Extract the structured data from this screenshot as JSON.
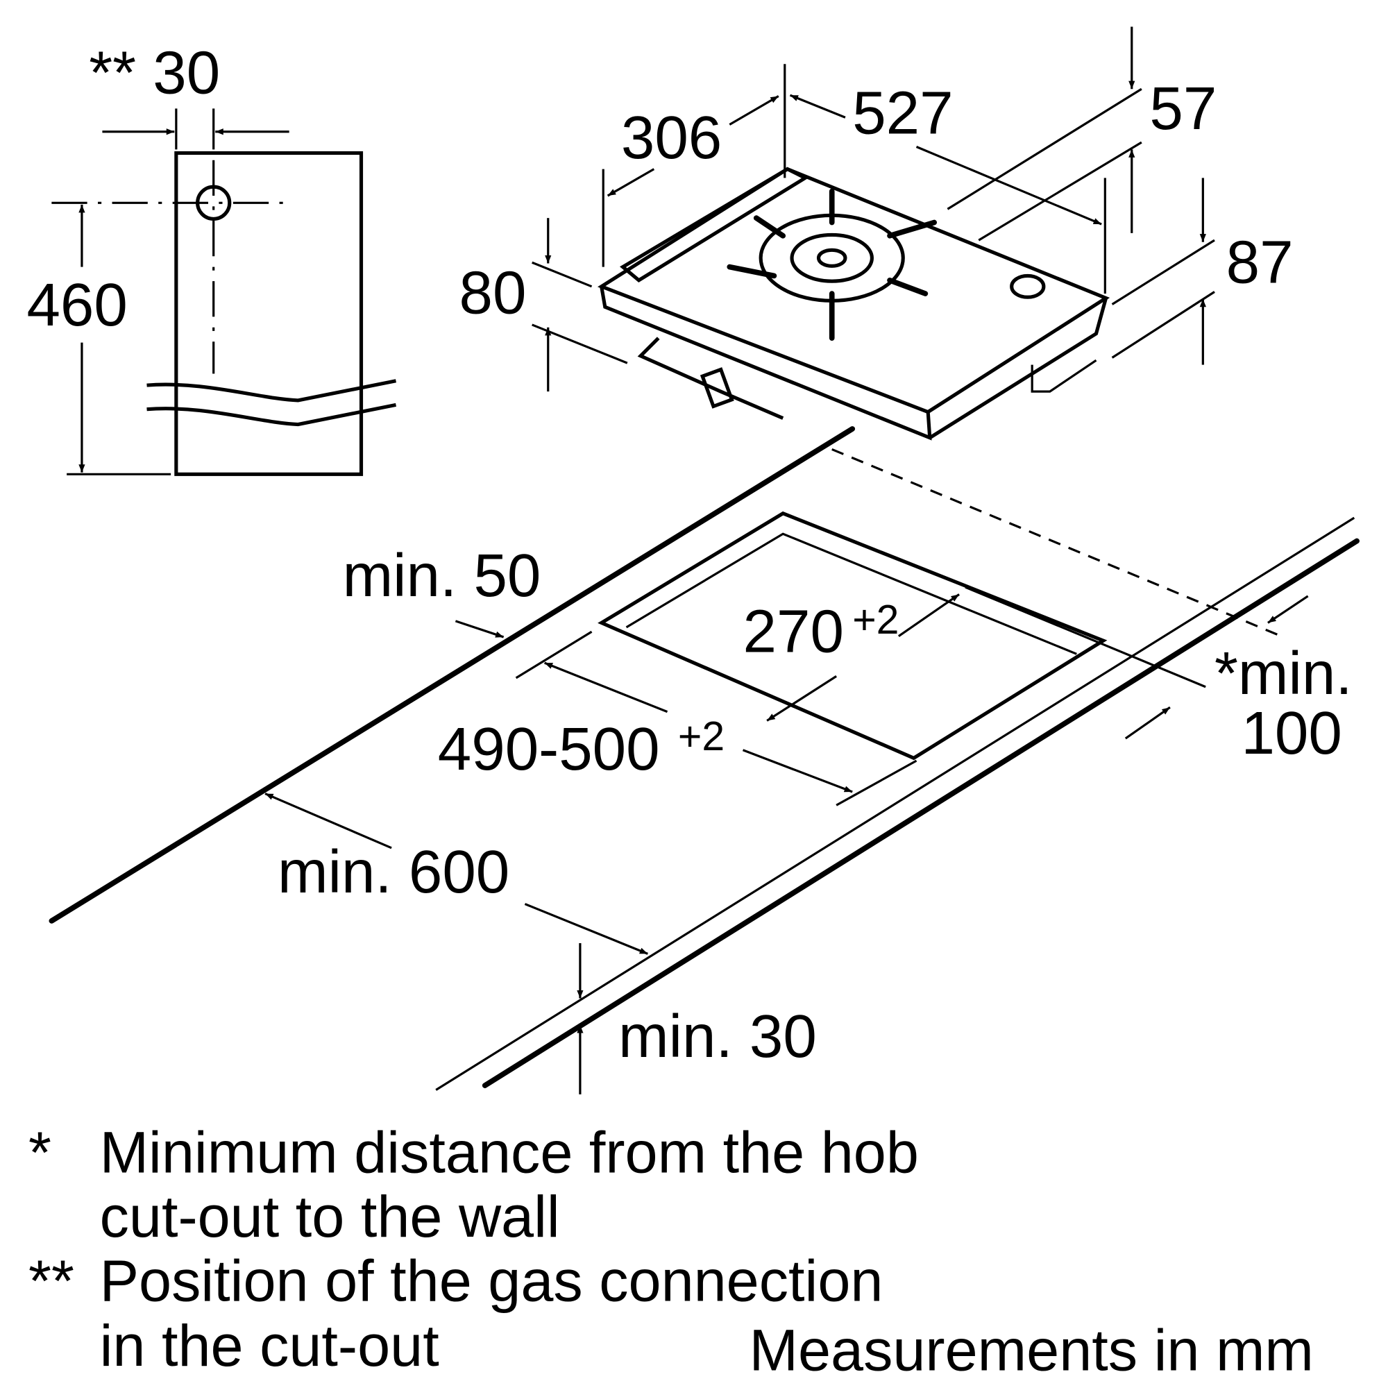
{
  "gas_connection_view": {
    "offset_label": "** 30",
    "height_label": "460"
  },
  "hob_dimensions": {
    "depth": "306",
    "width": "527",
    "top_height": "57",
    "front_height": "80",
    "total_height": "87"
  },
  "cutout": {
    "min_front": "min. 50",
    "depth_value": "270",
    "depth_tolerance": "+2",
    "width_value": "490-500",
    "width_tolerance": "+2",
    "wall_min_prefix": "*min.",
    "wall_min_value": "100",
    "worktop_depth": "min. 600",
    "worktop_thickness": "min. 30"
  },
  "notes": {
    "star_symbol": "*",
    "star_line1": "Minimum distance from the hob",
    "star_line2": "cut-out to the wall",
    "double_star_symbol": "**",
    "double_star_line1": "Position of the gas connection",
    "double_star_line2": "in the cut-out",
    "units": "Measurements in mm"
  }
}
